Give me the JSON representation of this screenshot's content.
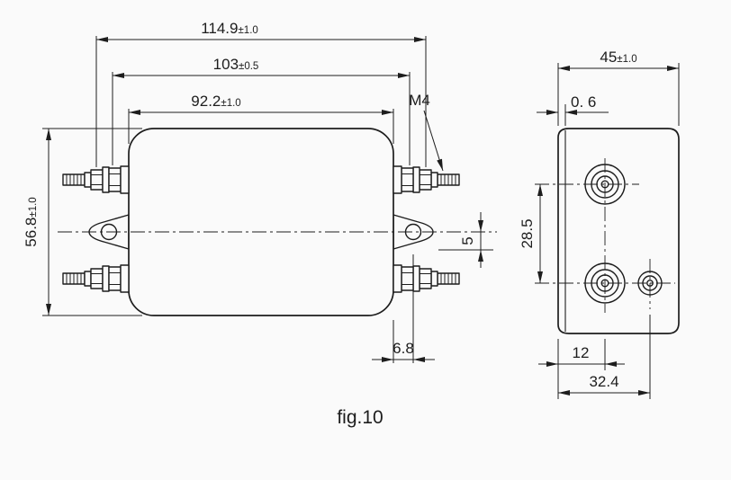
{
  "figure": {
    "caption": "fig.10",
    "line_color": "#1d1d1d",
    "background": "#fafafa"
  },
  "front_view": {
    "dim_overall_width": "114.9",
    "dim_overall_width_tol": "±1.0",
    "dim_terminal_width": "103",
    "dim_terminal_width_tol": "±0.5",
    "dim_body_width": "92.2",
    "dim_body_width_tol": "±1.0",
    "dim_height": "56.8",
    "dim_height_tol": "±1.0",
    "dim_centerline_offset": "5",
    "dim_bracket_offset": "6.8",
    "thread_label": "M4"
  },
  "side_view": {
    "dim_depth": "45",
    "dim_depth_tol": "±1.0",
    "dim_panel_thickness": "0. 6",
    "dim_hole_spacing": "28.5",
    "dim_terminal_inset": "12",
    "dim_ground_inset": "32.4"
  }
}
